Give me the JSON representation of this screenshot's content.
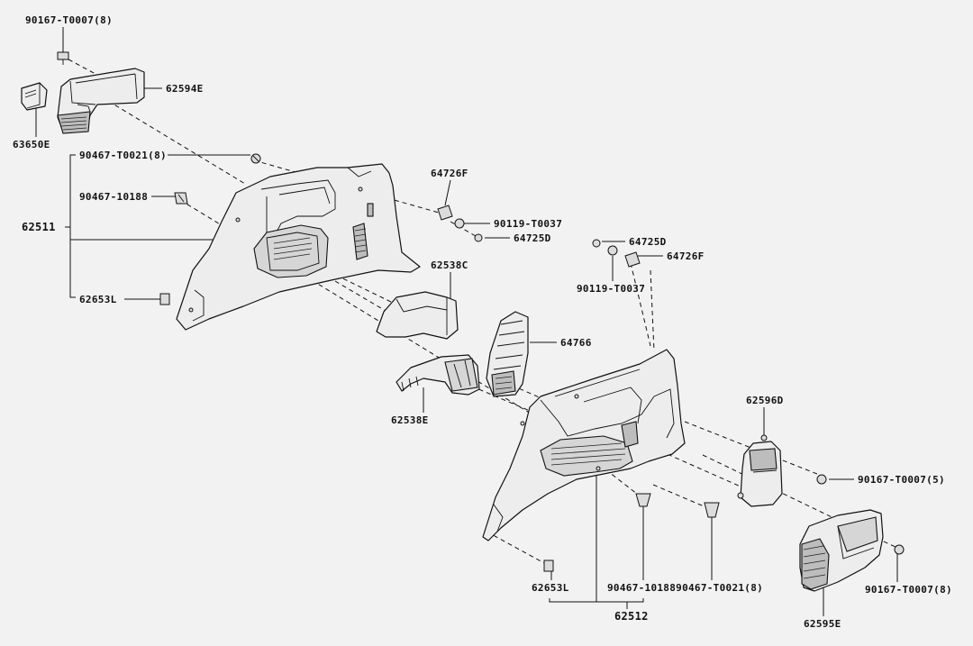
{
  "labels": {
    "bolt_top": "90167-T0007(8)",
    "cover_upper": "62594E",
    "cap_left": "63650E",
    "screw_a": "90467-T0021(8)",
    "clip_a": "90467-10188",
    "panel_left": "62511",
    "clip_left": "62653L",
    "bracket_f_left": "64726F",
    "screw_b_left": "90119-T0037",
    "nut_d_left": "64725D",
    "cover_c": "62538C",
    "bracket_e": "62538E",
    "nut_d_right": "64725D",
    "bracket_f_right": "64726F",
    "screw_b_right": "90119-T0037",
    "brace": "64766",
    "cover_d": "62596D",
    "bolt_mid": "90167-T0007(5)",
    "clip_right": "62653L",
    "fastener_group": "90467-1018890467-T0021(8)",
    "panel_right": "62512",
    "bolt_bottom": "90167-T0007(8)",
    "cover_lower": "62595E"
  }
}
